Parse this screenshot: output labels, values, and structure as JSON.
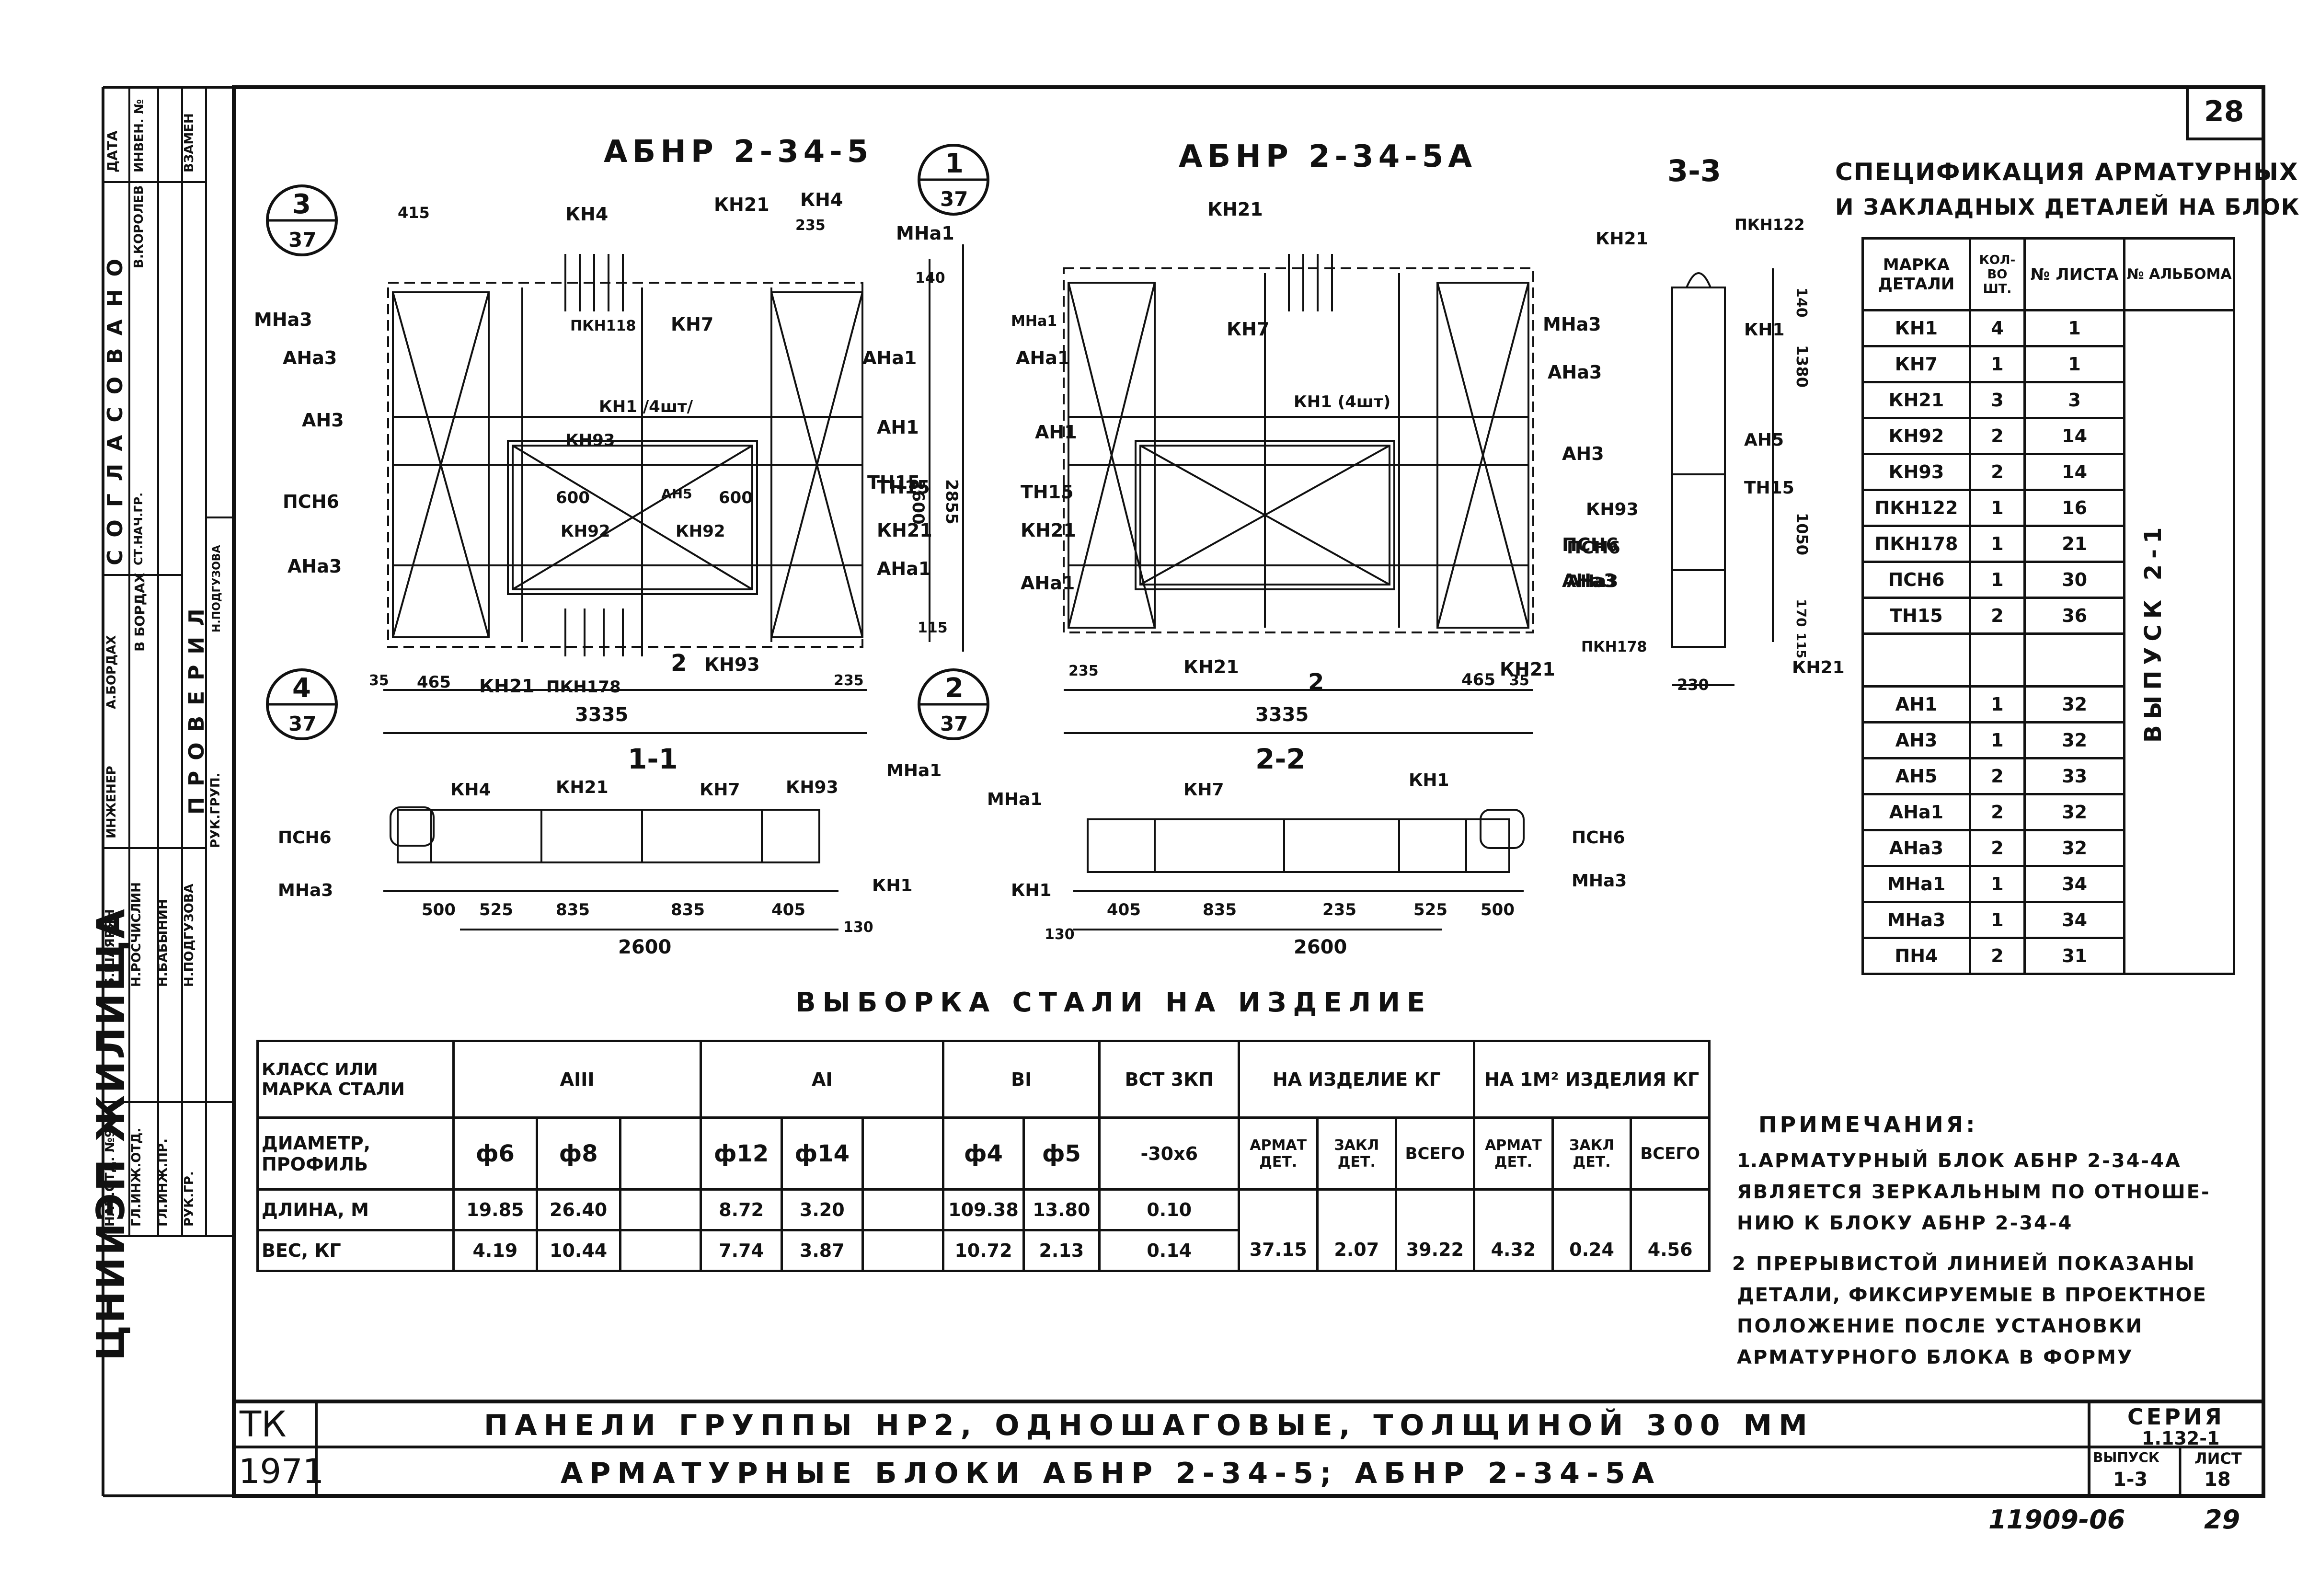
{
  "sheet": {
    "page_number": "28",
    "footer_handwritten": "11909-06",
    "footer_page": "29"
  },
  "drawing": {
    "title_left": "АБНР 2-34-5",
    "title_mid": "АБНР 2-34-5А",
    "title_section33": "3-3",
    "sec_1_1": "1-1",
    "sec_2_2": "2-2",
    "label_sec2_box": "2",
    "callouts": [
      {
        "top": "3",
        "bottom": "37"
      },
      {
        "top": "4",
        "bottom": "37"
      },
      {
        "top": "1",
        "bottom": "37"
      },
      {
        "top": "2",
        "bottom": "37"
      }
    ],
    "left_labels": [
      "МНа3",
      "АНа3",
      "АН3",
      "ПСН6",
      "АНа3"
    ],
    "left_inner": [
      "КН4",
      "КН21",
      "КН4",
      "ПКН118",
      "КН7",
      "КН1 /4шт/",
      "КН93",
      "600",
      "АН5",
      "600",
      "КН92",
      "КН92",
      "ТН15",
      "КН21",
      "КН93",
      "ПКН178"
    ],
    "left_right_labels": [
      "МНа1",
      "АНа1",
      "АН1",
      "ТН15",
      "КН21",
      "АНа1"
    ],
    "dims_left": [
      "415",
      "235",
      "140",
      "2600",
      "2855",
      "115",
      "465",
      "235",
      "3335",
      "35"
    ],
    "mid_labels": [
      "КН21",
      "КН7",
      "КН1 (4шт)",
      "МНа1",
      "АНа1",
      "АН1",
      "ТН15",
      "КН21",
      "АНа1",
      "МНа3",
      "АНа3",
      "АН3",
      "ПСН6",
      "АНа3",
      "КН21",
      "КН21"
    ],
    "dims_mid": [
      "235",
      "465",
      "35",
      "3335",
      "2"
    ],
    "sec33_labels": [
      "КН21",
      "ПКН122",
      "КН1",
      "АН5",
      "ТН15",
      "КН93",
      "ПСН6",
      "АНа3",
      "ПКН178",
      "КН21"
    ],
    "dims_sec33": [
      "140",
      "1380",
      "1050",
      "170",
      "115",
      "230"
    ],
    "sec11_labels": [
      "КН4",
      "КН21",
      "КН7",
      "КН93",
      "МНа1",
      "ПСН6",
      "МНа3",
      "КН1"
    ],
    "dims_sec11": [
      "500",
      "525",
      "835",
      "835",
      "405",
      "2600",
      "130"
    ],
    "sec22_labels": [
      "МНа1",
      "КН7",
      "КН1",
      "ПСН6",
      "КН1",
      "МНа3"
    ],
    "dims_sec22": [
      "130",
      "405",
      "835",
      "235",
      "525",
      "500",
      "2600"
    ]
  },
  "spec_table": {
    "title_line1": "СПЕЦИФИКАЦИЯ АРМАТУРНЫХ",
    "title_line2": "И ЗАКЛАДНЫХ ДЕТАЛЕЙ НА БЛОК",
    "headers": [
      "МАРКА ДЕТАЛИ",
      "КОЛ-ВО ШТ.",
      "№ ЛИСТА",
      "№ АЛЬБОМА"
    ],
    "album": "ВЫПУСК 2-1",
    "rows": [
      [
        "КН1",
        "4",
        "1"
      ],
      [
        "КН7",
        "1",
        "1"
      ],
      [
        "КН21",
        "3",
        "3"
      ],
      [
        "КН92",
        "2",
        "14"
      ],
      [
        "КН93",
        "2",
        "14"
      ],
      [
        "ПКН122",
        "1",
        "16"
      ],
      [
        "ПКН178",
        "1",
        "21"
      ],
      [
        "ПСН6",
        "1",
        "30"
      ],
      [
        "ТН15",
        "2",
        "36"
      ],
      [
        "",
        "",
        ""
      ],
      [
        "АН1",
        "1",
        "32"
      ],
      [
        "АН3",
        "1",
        "32"
      ],
      [
        "АН5",
        "2",
        "33"
      ],
      [
        "АНа1",
        "2",
        "32"
      ],
      [
        "АНа3",
        "2",
        "32"
      ],
      [
        "МНа1",
        "1",
        "34"
      ],
      [
        "МНа3",
        "1",
        "34"
      ],
      [
        "ПН4",
        "2",
        "31"
      ]
    ]
  },
  "steel": {
    "title": "ВЫБОРКА СТАЛИ НА ИЗДЕЛИЕ",
    "h_class": "КЛАСС ИЛИ МАРКА СТАЛИ",
    "h_a3": "АIII",
    "h_a1": "АI",
    "h_b1": "ВI",
    "h_vst": "ВСТ 3КП",
    "h_per_item": "НА ИЗДЕЛИЕ КГ",
    "h_per_m2": "НА 1М² ИЗДЕЛИЯ КГ",
    "h_diam": "ДИАМЕТР, ПРОФИЛЬ",
    "diams": [
      "ф6",
      "ф8",
      "",
      "ф12",
      "ф14",
      "",
      "ф4",
      "ф5",
      "-30х6"
    ],
    "sub": [
      "АРМАТ ДЕТ.",
      "ЗАКЛ ДЕТ.",
      "ВСЕГО",
      "АРМАТ ДЕТ.",
      "ЗАКЛ ДЕТ.",
      "ВСЕГО"
    ],
    "h_len": "ДЛИНА, М",
    "len": [
      "19.85",
      "26.40",
      "",
      "8.72",
      "3.20",
      "",
      "109.38",
      "13.80",
      "0.10"
    ],
    "h_wt": "ВЕС, КГ",
    "wt": [
      "4.19",
      "10.44",
      "",
      "7.74",
      "3.87",
      "",
      "10.72",
      "2.13",
      "0.14"
    ],
    "totals": [
      "37.15",
      "2.07",
      "39.22",
      "4.32",
      "0.24",
      "4.56"
    ]
  },
  "notes": {
    "title": "ПРИМЕЧАНИЯ:",
    "n1_num": "1.",
    "n1": [
      "АРМАТУРНЫЙ БЛОК АБНР 2-34-4А",
      "ЯВЛЯЕТСЯ ЗЕРКАЛЬНЫМ ПО ОТНОШЕ-",
      "НИЮ К БЛОКУ АБНР 2-34-4"
    ],
    "n2_num": "2",
    "n2": [
      "ПРЕРЫВИСТОЙ ЛИНИЕЙ ПОКАЗАНЫ",
      "ДЕТАЛИ, ФИКСИРУЕМЫЕ В ПРОЕКТНОЕ",
      "ПОЛОЖЕНИЕ ПОСЛЕ УСТАНОВКИ",
      "АРМАТУРНОГО БЛОКА В ФОРМУ"
    ]
  },
  "title_block": {
    "code": "ТК",
    "year": "1971",
    "line1": "ПАНЕЛИ ГРУППЫ НР2, ОДНОШАГОВЫЕ, ТОЛЩИНОЙ 300 ММ",
    "line2": "АРМАТУРНЫЕ БЛОКИ АБНР 2-34-5; АБНР 2-34-5А",
    "series_label": "СЕРИЯ",
    "series": "1.132-1",
    "issue_label": "ВЫПУСК",
    "issue": "1-3",
    "sheet_label": "ЛИСТ",
    "sheet": "18"
  },
  "sidebar": {
    "org": "ЦНИИЭП ЖИЛИЩА",
    "roles": [
      "НАЧ.ОТД. №9",
      "ГЛ.ИНЖ.ОТД.",
      "ГЛ.ИНЖ.ПР.",
      "РУК.ГР."
    ],
    "names": [
      "Б.ШАЯРЯН",
      "Н.РОСЧИСЛИН",
      "Н.БАБЫНИН",
      "Н.ПОДГУЗОВА"
    ],
    "agreed": "СОГЛАСОВАНО",
    "agreed_in": "В БОРДАХ",
    "agreed_roles": [
      "СТ.НАЧ.ГР.",
      "ИНЖЕНЕР"
    ],
    "agreed_names": [
      "В.КОРОЛЕВ",
      "А.БОРДАХ"
    ],
    "checked": "ПРОВЕРИЛ",
    "checked_role": "РУК.ГРУП.",
    "checked_name": "Н.ПОДГУЗОВА",
    "date_hdr": "ДАТА",
    "inv_hdr": "ИНВЕН. №",
    "instead_hdr": "ВЗАМЕН"
  }
}
